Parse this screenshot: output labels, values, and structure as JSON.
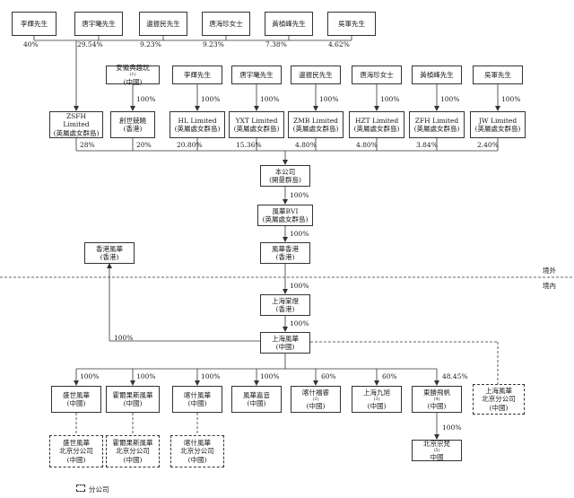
{
  "shareholders_top": [
    {
      "name": "李輝先生",
      "pct": "40%"
    },
    {
      "name": "唐宇曦先生",
      "pct": "29.54%"
    },
    {
      "name": "邊振民先生",
      "pct": "9.23%"
    },
    {
      "name": "唐海珍女士",
      "pct": "9.23%"
    },
    {
      "name": "黃楨峰先生",
      "pct": "7.38%"
    },
    {
      "name": "吳軍先生",
      "pct": "4.62%"
    }
  ],
  "zsfh": {
    "line1": "ZSFH",
    "line2": "Limited",
    "line3": "(英屬處女群島)",
    "pct": "28%"
  },
  "chuangshi": {
    "top_name": "安徽典趣玩",
    "top_sup": "(1)",
    "top_loc": "(中國)",
    "link_pct": "100%",
    "line1": "創世兢曉",
    "line2": "(香港)",
    "pct": "20%"
  },
  "holdcos": [
    {
      "owner": "李輝先生",
      "name": "HL Limited",
      "loc": "(英屬處女群島)",
      "link_pct": "100%",
      "pct": "20.80%"
    },
    {
      "owner": "唐宇曦先生",
      "name": "YXT Limited",
      "loc": "(英屬處女群島)",
      "link_pct": "100%",
      "pct": "15.36%"
    },
    {
      "owner": "邊振民先生",
      "name": "ZMB Limited",
      "loc": "(英屬處女群島)",
      "link_pct": "100%",
      "pct": "4.80%"
    },
    {
      "owner": "唐海珍女士",
      "name": "HZT Limited",
      "loc": "(英屬處女群島)",
      "link_pct": "100%",
      "pct": "4.80%"
    },
    {
      "owner": "黃楨峰先生",
      "name": "ZFH Limited",
      "loc": "(英屬處女群島)",
      "link_pct": "100%",
      "pct": "3.84%"
    },
    {
      "owner": "吳軍先生",
      "name": "JW Limited",
      "loc": "(英屬處女群島)",
      "link_pct": "100%",
      "pct": "2.40%"
    }
  ],
  "company": {
    "line1": "本公司",
    "line2": "(開曼群島)"
  },
  "bvi": {
    "line1": "風華BVI",
    "line2": "(英屬處女群島)",
    "pct": "100%"
  },
  "hk": {
    "line1": "風華香港",
    "line2": "(香港)",
    "pct": "100%"
  },
  "hk_fenghua": {
    "line1": "香港風華",
    "line2": "(香港)"
  },
  "offshore_label": "境外",
  "onshore_label": "境內",
  "wfoe": {
    "line1": "上海棠燈",
    "line2": "(香港)",
    "pct": "100%"
  },
  "sh_fenghua": {
    "line1": "上海風華",
    "line2": "(中國)",
    "pct": "100%",
    "link_to_hk_pct": "100%"
  },
  "subs": [
    {
      "name": "盛世風華",
      "sup": "",
      "loc": "(中國)",
      "pct": "100%"
    },
    {
      "name": "霍爾果斯風華",
      "sup": "",
      "loc": "(中國)",
      "pct": "100%"
    },
    {
      "name": "喀什風華",
      "sup": "",
      "loc": "(中國)",
      "pct": "100%"
    },
    {
      "name": "風華嘉音",
      "sup": "",
      "loc": "(中國)",
      "pct": "100%"
    },
    {
      "name": "喀什福睿",
      "sup": "(2)",
      "loc": "(中國)",
      "pct": "60%"
    },
    {
      "name": "上海九旭",
      "sup": "(3)",
      "loc": "(中國)",
      "pct": "60%"
    },
    {
      "name": "東勝飛帆",
      "sup": "(4)",
      "loc": "(中國)",
      "pct": "48.45%"
    }
  ],
  "branch_sh": {
    "line1": "上海風華",
    "line2": "北京分公司",
    "line3": "(中國)"
  },
  "branches": [
    {
      "line1": "盛世風華",
      "line2": "北京分公司",
      "line3": "(中國)"
    },
    {
      "line1": "霍爾果斯風華",
      "line2": "北京分公司",
      "line3": "(中國)"
    },
    {
      "line1": "喀什風華",
      "line2": "北京分公司",
      "line3": "(中國)"
    }
  ],
  "beijing": {
    "name": "北京宗梵",
    "sup": "(5)",
    "loc": "中國",
    "pct": "100%"
  },
  "legend_label": "分公司"
}
